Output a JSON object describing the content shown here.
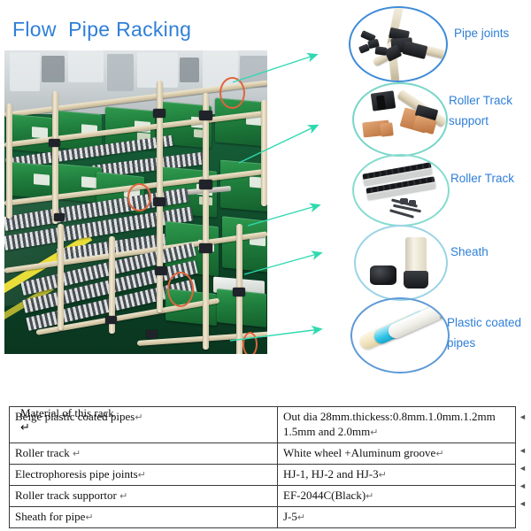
{
  "title": "Flow  Pipe Racking",
  "colors": {
    "title_blue": "#2f7fd8",
    "label_blue": "#2f7fd8",
    "arrow_teal": "#2fd9b0",
    "ellipse_orange": "#e0643c",
    "circle_blue": "#3f8bd8",
    "circle_teal": "#79d6c8",
    "bin_green": "#1f7d3c",
    "floor_green": "#11512f",
    "floor_line_yellow": "#e9dd3a"
  },
  "photo": {
    "alt": "flow rack with green bins, roller tracks and plastic coated pipes in a factory",
    "annotation_ellipses": 5,
    "callout_arrows": 5
  },
  "callouts": [
    {
      "id": "pipe-joints",
      "label": "Pipe joints",
      "circle_color": "#3f8bd8"
    },
    {
      "id": "roller-track-support",
      "label": "Roller Track\nsupport",
      "label_line1": "Roller Track",
      "label_line2": "support",
      "circle_color": "#79d6c8"
    },
    {
      "id": "roller-track",
      "label": "Roller Track",
      "circle_color": "#86dcd0"
    },
    {
      "id": "sheath",
      "label": "Sheath",
      "circle_color": "#9bd3e6"
    },
    {
      "id": "plastic-coated-pipes",
      "label": "Plastic coated\npipes",
      "label_line1": "Plastic coated",
      "label_line2": "pipes",
      "circle_color": "#5e9ad8"
    }
  ],
  "table": {
    "caption": "Material of this rack",
    "pilcrow": "↵",
    "rows": [
      {
        "item": "Beige plastic coated pipes",
        "spec": "Out dia 28mm.thickess:0.8mm.1.0mm.1.2mm\n1.5mm and 2.0mm",
        "spec_line1": "Out dia 28mm.thickess:0.8mm.1.0mm.1.2mm",
        "spec_line2": "1.5mm and 2.0mm"
      },
      {
        "item": "Roller track",
        "spec": "White wheel +Aluminum groove"
      },
      {
        "item": "Electrophoresis pipe    joints",
        "spec": "HJ-1, HJ-2 and HJ-3"
      },
      {
        "item": "Roller track supportor",
        "spec": "EF-2044C(Black)"
      },
      {
        "item": "Sheath for pipe",
        "spec": "J-5"
      }
    ]
  }
}
